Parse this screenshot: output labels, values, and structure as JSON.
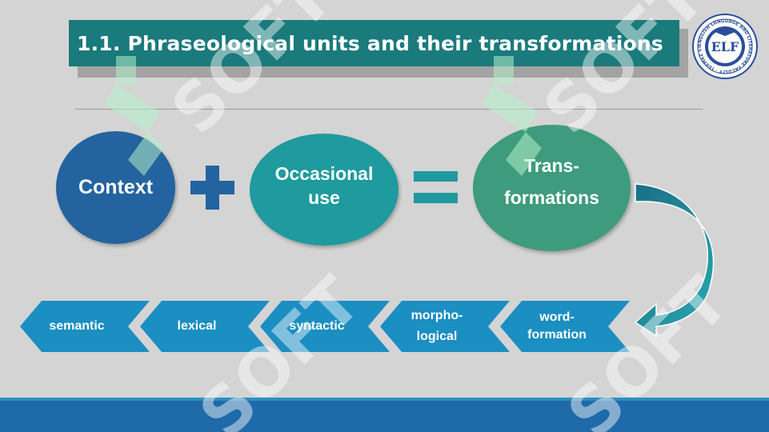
{
  "slide": {
    "title": "1.1. Phraseological units and their transformations",
    "logo_ring_text": "ENGLISH LANGUAGE AND LITERATURE FACULTY · TERMEZ STATE UNIVERSITY",
    "logo_monogram": "ELF",
    "equation": {
      "term1": "Context",
      "plus_icon": "plus-icon",
      "term2_line1": "Occasional",
      "term2_line2": "use",
      "equals_icon": "equals-icon",
      "result_line1": "Trans-",
      "result_line2": "formations"
    },
    "types": [
      {
        "line1": "semantic",
        "line2": ""
      },
      {
        "line1": "lexical",
        "line2": ""
      },
      {
        "line1": "syntactic",
        "line2": ""
      },
      {
        "line1": "morpho-",
        "line2": "logical"
      },
      {
        "line1": "word-",
        "line2": "formation"
      }
    ],
    "watermark": "SOFT",
    "colors": {
      "title_bar": "#1a7a7c",
      "context": "#23639f",
      "occasional": "#1f9a9e",
      "transformations": "#3e9b7d",
      "chevrons": "#1b8ec2",
      "footer": "#1f6aa8",
      "background": "#d4d4d4"
    }
  }
}
